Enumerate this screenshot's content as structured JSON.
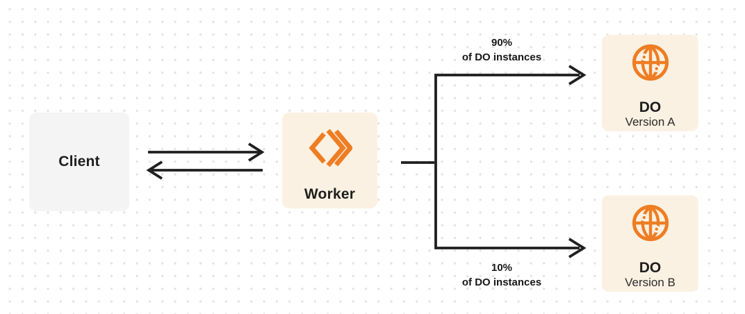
{
  "nodes": {
    "client": {
      "label": "Client"
    },
    "worker": {
      "label": "Worker",
      "icon": "cloudflare-workers-icon"
    },
    "do_a": {
      "title": "DO",
      "subtitle": "Version A",
      "icon": "globe-icon"
    },
    "do_b": {
      "title": "DO",
      "subtitle": "Version B",
      "icon": "globe-icon"
    }
  },
  "routes": {
    "a": {
      "percent": "90%",
      "caption": "of DO instances"
    },
    "b": {
      "percent": "10%",
      "caption": "of DO instances"
    }
  },
  "colors": {
    "accent_orange": "#EE7D23",
    "node_cream_bg": "#FBF1E2",
    "node_gray_bg": "#F4F4F5",
    "line_dark": "#1F1F1F",
    "dot_grid": "#E3E3E3",
    "canvas_bg": "#FFFFFF"
  }
}
